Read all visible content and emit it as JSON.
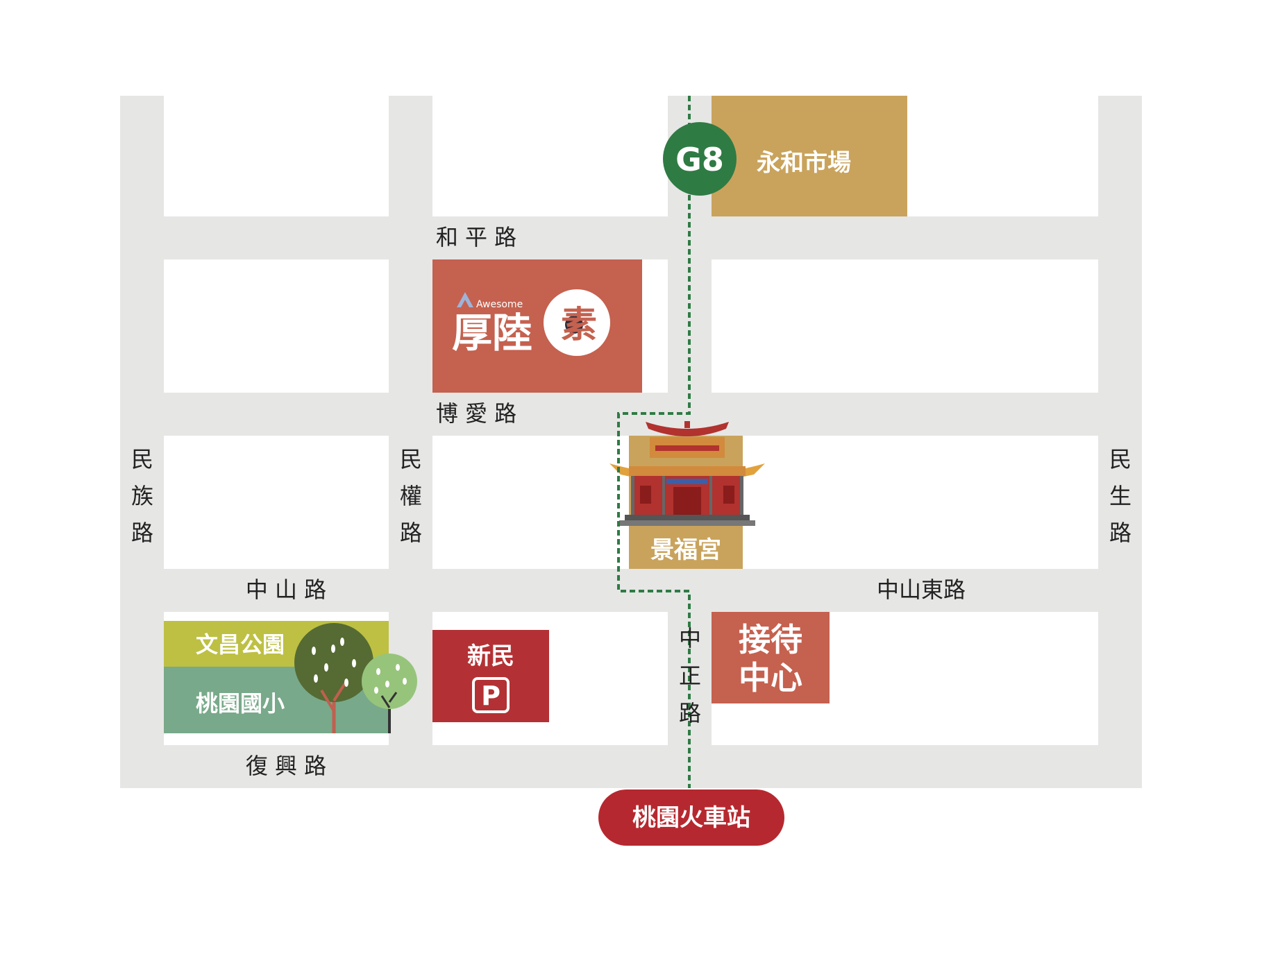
{
  "streets": {
    "heping": "和 平 路",
    "boai": "博 愛 路",
    "zhongshan": "中 山 路",
    "zhongshan_east": "中山東路",
    "fuxing": "復 興 路",
    "minzu": [
      "民",
      "族",
      "路"
    ],
    "minquan": [
      "民",
      "權",
      "路"
    ],
    "minsheng": [
      "民",
      "生",
      "路"
    ],
    "zhongzheng": [
      "中",
      "正",
      "路"
    ]
  },
  "places": {
    "metro_station_code": "G8",
    "yonghe_market": "永和市場",
    "store_brand_en": "Awesome",
    "store_name": "厚陸",
    "store_badge_char": "素",
    "temple": "景福宮",
    "parking_name": "新民",
    "parking_symbol": "P",
    "reception_line1": "接待",
    "reception_line2": "中心",
    "park": "文昌公園",
    "school": "桃園國小",
    "train_station": "桃園火車站"
  },
  "colors": {
    "road": "#e6e6e5",
    "market": "#c9a35c",
    "metro_green": "#2f7b44",
    "route_green": "#2f7b44",
    "store_red": "#c5614f",
    "parking_red": "#b33134",
    "reception_red": "#c5614f",
    "park_olive": "#bdc043",
    "school_green": "#78a98a",
    "station_red": "#b6282f",
    "temple_gold": "#c9a35c",
    "street_text": "#222222"
  }
}
